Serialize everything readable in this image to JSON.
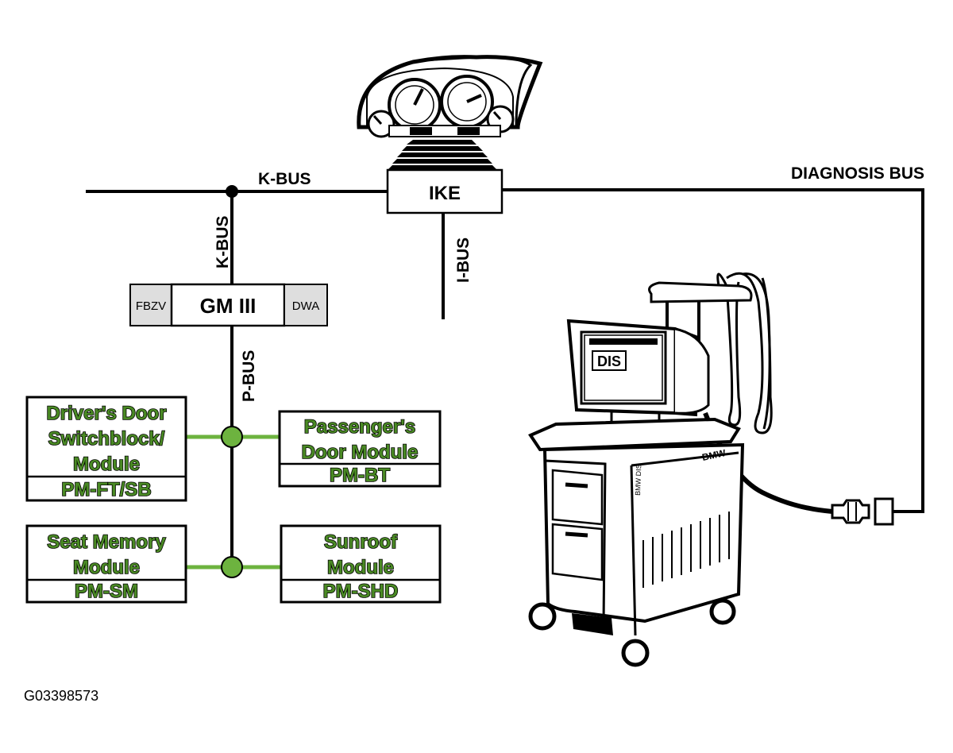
{
  "buses": {
    "k_bus_horizontal": "K-BUS",
    "k_bus_vertical": "K-BUS",
    "i_bus": "I-BUS",
    "p_bus": "P-BUS",
    "diagnosis_bus": "DIAGNOSIS BUS"
  },
  "modules": {
    "ike": "IKE",
    "gm": {
      "main": "GM III",
      "left": "FBZV",
      "right": "DWA"
    },
    "drivers_door": {
      "line1": "Driver's Door",
      "line2": "Switchblock/",
      "line3": "Module",
      "code": "PM-FT/SB"
    },
    "passengers_door": {
      "line1": "Passenger's",
      "line2": "Door Module",
      "code": "PM-BT"
    },
    "seat_memory": {
      "line1": "Seat Memory",
      "line2": "Module",
      "code": "PM-SM"
    },
    "sunroof": {
      "line1": "Sunroof",
      "line2": "Module",
      "code": "PM-SHD"
    }
  },
  "tester": {
    "screen_label": "DIS",
    "side_label": "BMW DIS",
    "brand": "BMW"
  },
  "figure_id": "G03398573",
  "colors": {
    "p_bus_branch": "#6db33f",
    "module_text": "#4a8a24",
    "module_gray": "#dedede",
    "line": "#000000"
  }
}
